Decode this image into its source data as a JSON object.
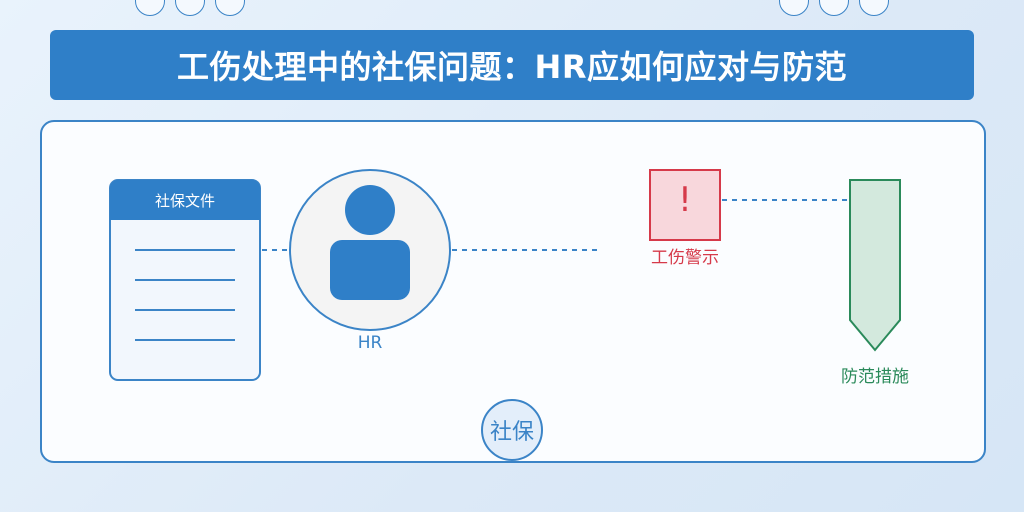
{
  "title": "工伤处理中的社保问题：HR应如何应对与防范",
  "nodes": {
    "document": {
      "label": "社保文件"
    },
    "hr": {
      "label": "HR"
    },
    "warning": {
      "mark": "!",
      "label": "工伤警示"
    },
    "prevention": {
      "label": "防范措施",
      "icon": "shield-icon",
      "glyph": ""
    },
    "social_security": {
      "label": "社保"
    }
  },
  "colors": {
    "primary": "#2f7fc8",
    "border": "#3b84c7",
    "warning": "#d63a4a",
    "warning_fill": "#f8d7dc",
    "prevention": "#2a8a5a",
    "prevention_fill": "#d3e9dd"
  }
}
